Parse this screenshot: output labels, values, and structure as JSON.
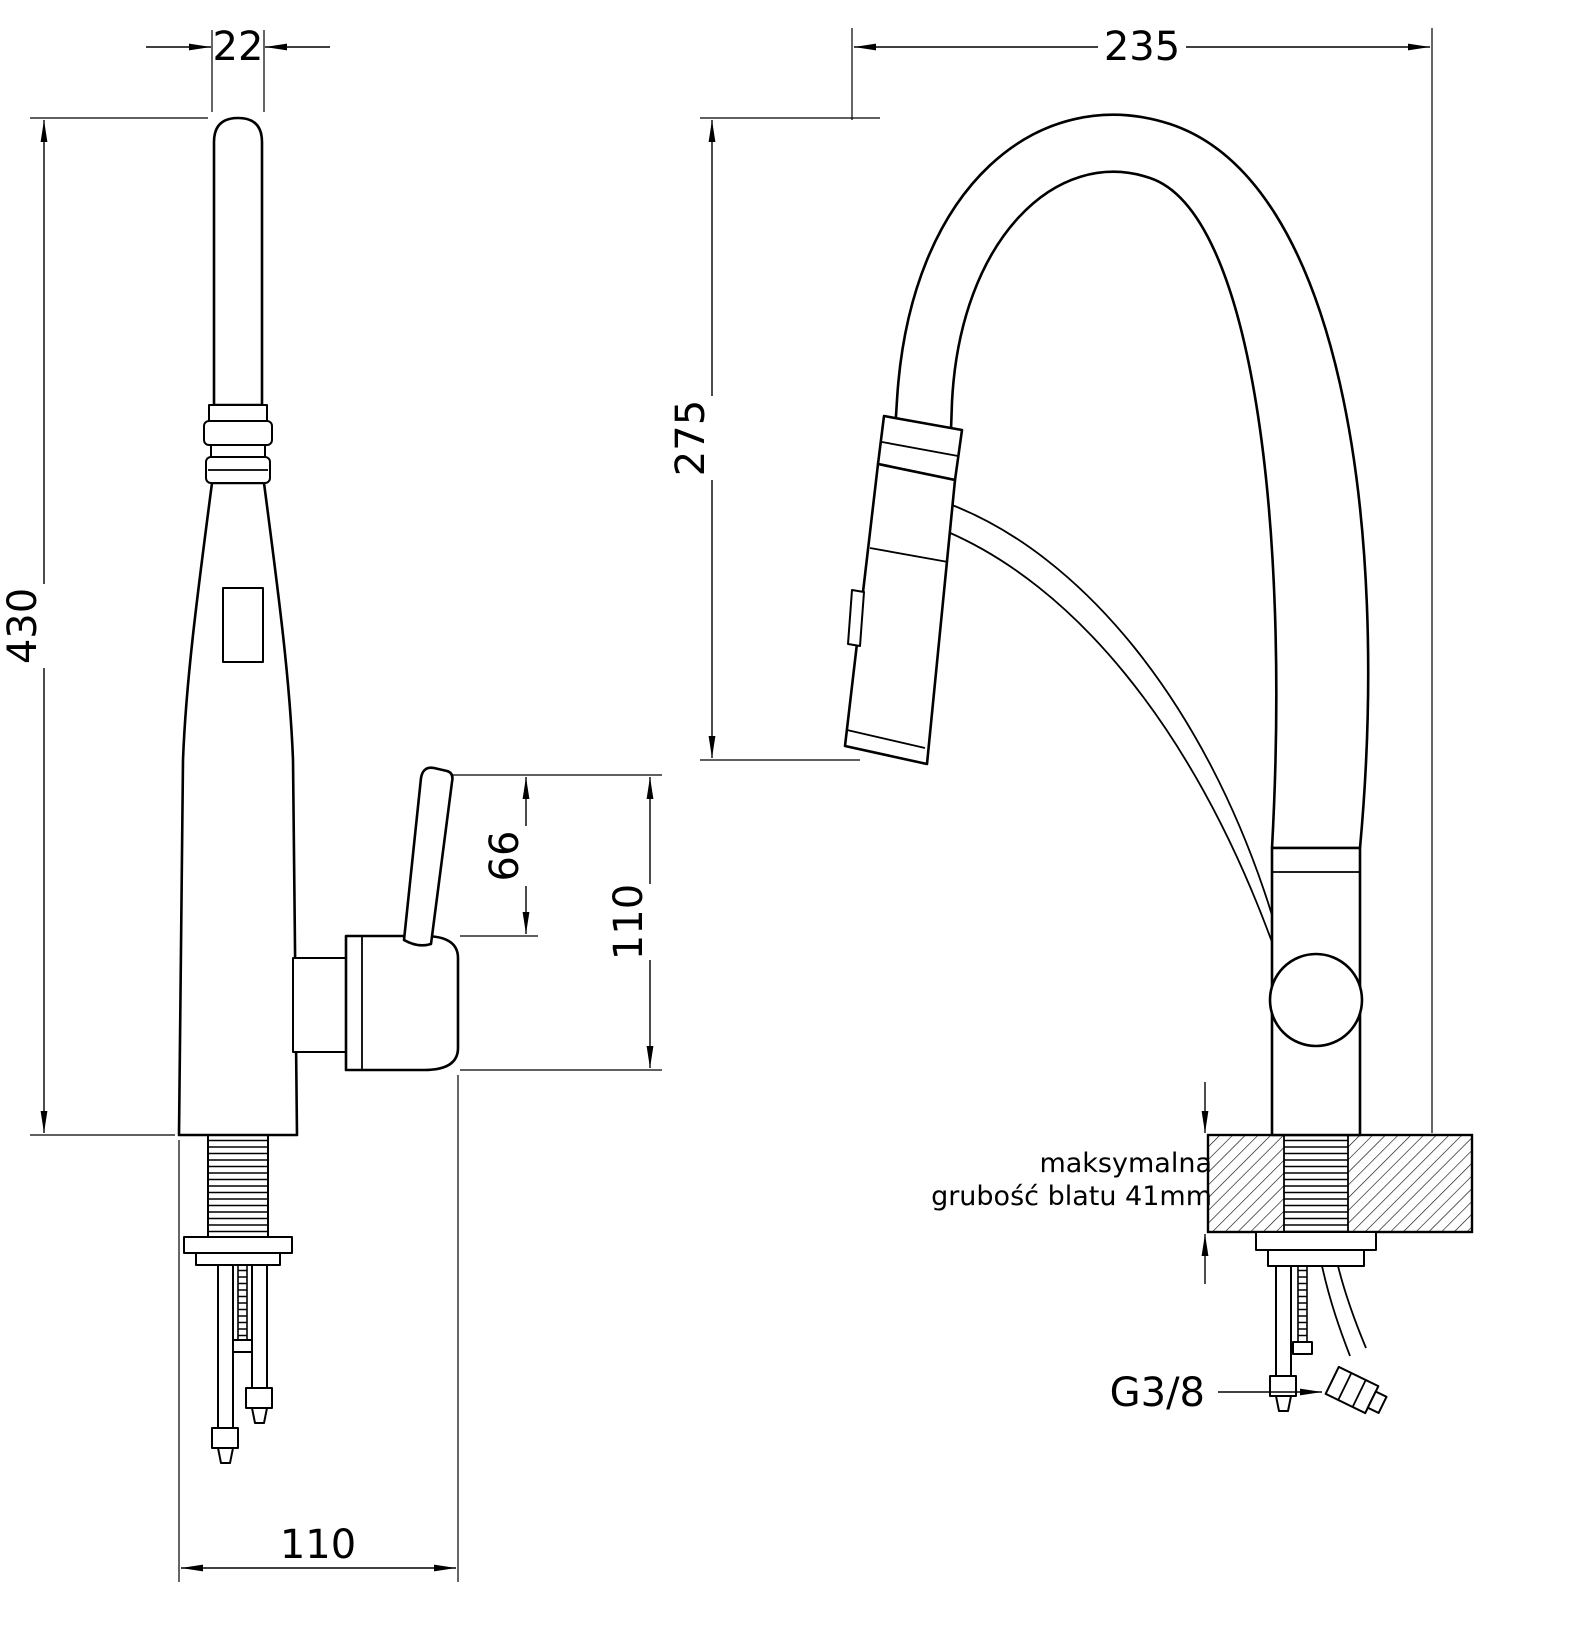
{
  "drawing": {
    "background": "#ffffff",
    "line_color": "#000000",
    "side_view": {
      "dim_spout_width": "22",
      "dim_total_height": "430",
      "dim_lever_height": "66",
      "dim_handle_height": "110",
      "dim_base_depth": "110"
    },
    "front_view": {
      "dim_reach": "235",
      "dim_spout_height": "275",
      "counter_note_line1": "maksymalna",
      "counter_note_line2": "grubość blatu 41mm",
      "thread_label": "G3/8"
    }
  }
}
